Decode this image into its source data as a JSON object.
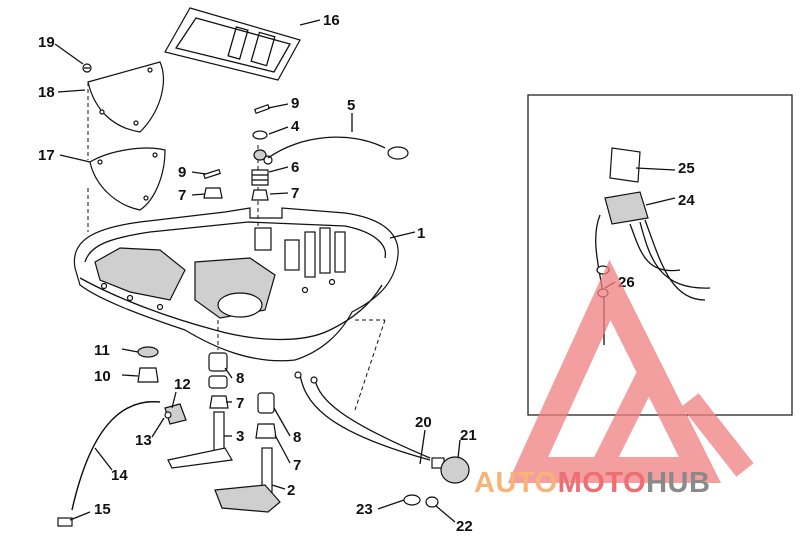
{
  "labels": {
    "p1": "1",
    "p2": "2",
    "p3": "3",
    "p4": "4",
    "p5": "5",
    "p6": "6",
    "p7a": "7",
    "p7b": "7",
    "p7c": "7",
    "p7d": "7",
    "p8a": "8",
    "p8b": "8",
    "p9a": "9",
    "p9b": "9",
    "p10": "10",
    "p11": "11",
    "p12": "12",
    "p13": "13",
    "p14": "14",
    "p15": "15",
    "p16": "16",
    "p17": "17",
    "p18": "18",
    "p19": "19",
    "p20": "20",
    "p21": "21",
    "p22": "22",
    "p23": "23",
    "p24": "24",
    "p25": "25",
    "p26": "26"
  },
  "watermark": {
    "part1": "AUTO",
    "part2": "MOTO",
    "part3": "HUB",
    "color_auto": "#f6b47a",
    "color_moto": "#ef6e72",
    "color_hub": "#8a8a8a",
    "color_triangle": "#f08080"
  }
}
